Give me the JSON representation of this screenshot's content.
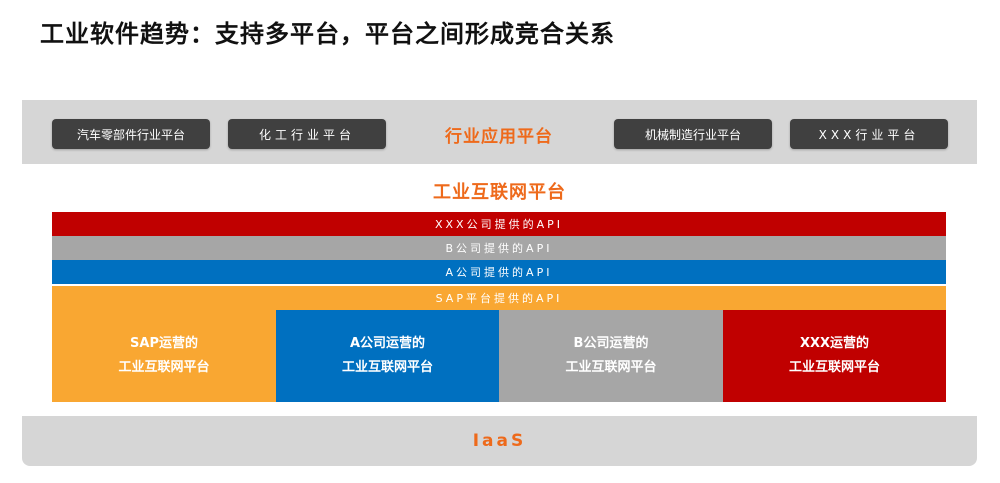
{
  "title": "工业软件趋势：支持多平台，平台之间形成竞合关系",
  "app_layer": {
    "label": "行业应用平台",
    "platforms": [
      "汽车零部件行业平台",
      "化工行业平台",
      "机械制造行业平台",
      "XXX行业平台"
    ]
  },
  "iip_label": "工业互联网平台",
  "api_layers": [
    {
      "label": "XXX公司提供的API",
      "color": "#c00000"
    },
    {
      "label": "B公司提供的API",
      "color": "#a6a6a6"
    },
    {
      "label": "A公司提供的API",
      "color": "#0070c0"
    },
    {
      "label": "SAP平台提供的API",
      "color": "#f9a732"
    }
  ],
  "operators": [
    {
      "line1": "SAP运营的",
      "line2": "工业互联网平台",
      "color": "#f9a732"
    },
    {
      "line1": "A公司运营的",
      "line2": "工业互联网平台",
      "color": "#0070c0"
    },
    {
      "line1": "B公司运营的",
      "line2": "工业互联网平台",
      "color": "#a6a6a6"
    },
    {
      "line1": "XXX运营的",
      "line2": "工业互联网平台",
      "color": "#c00000"
    }
  ],
  "iaas_label": "IaaS",
  "colors": {
    "accent": "#ee6a1b",
    "band_gray": "#d6d6d6",
    "pill_dark": "#404040"
  }
}
